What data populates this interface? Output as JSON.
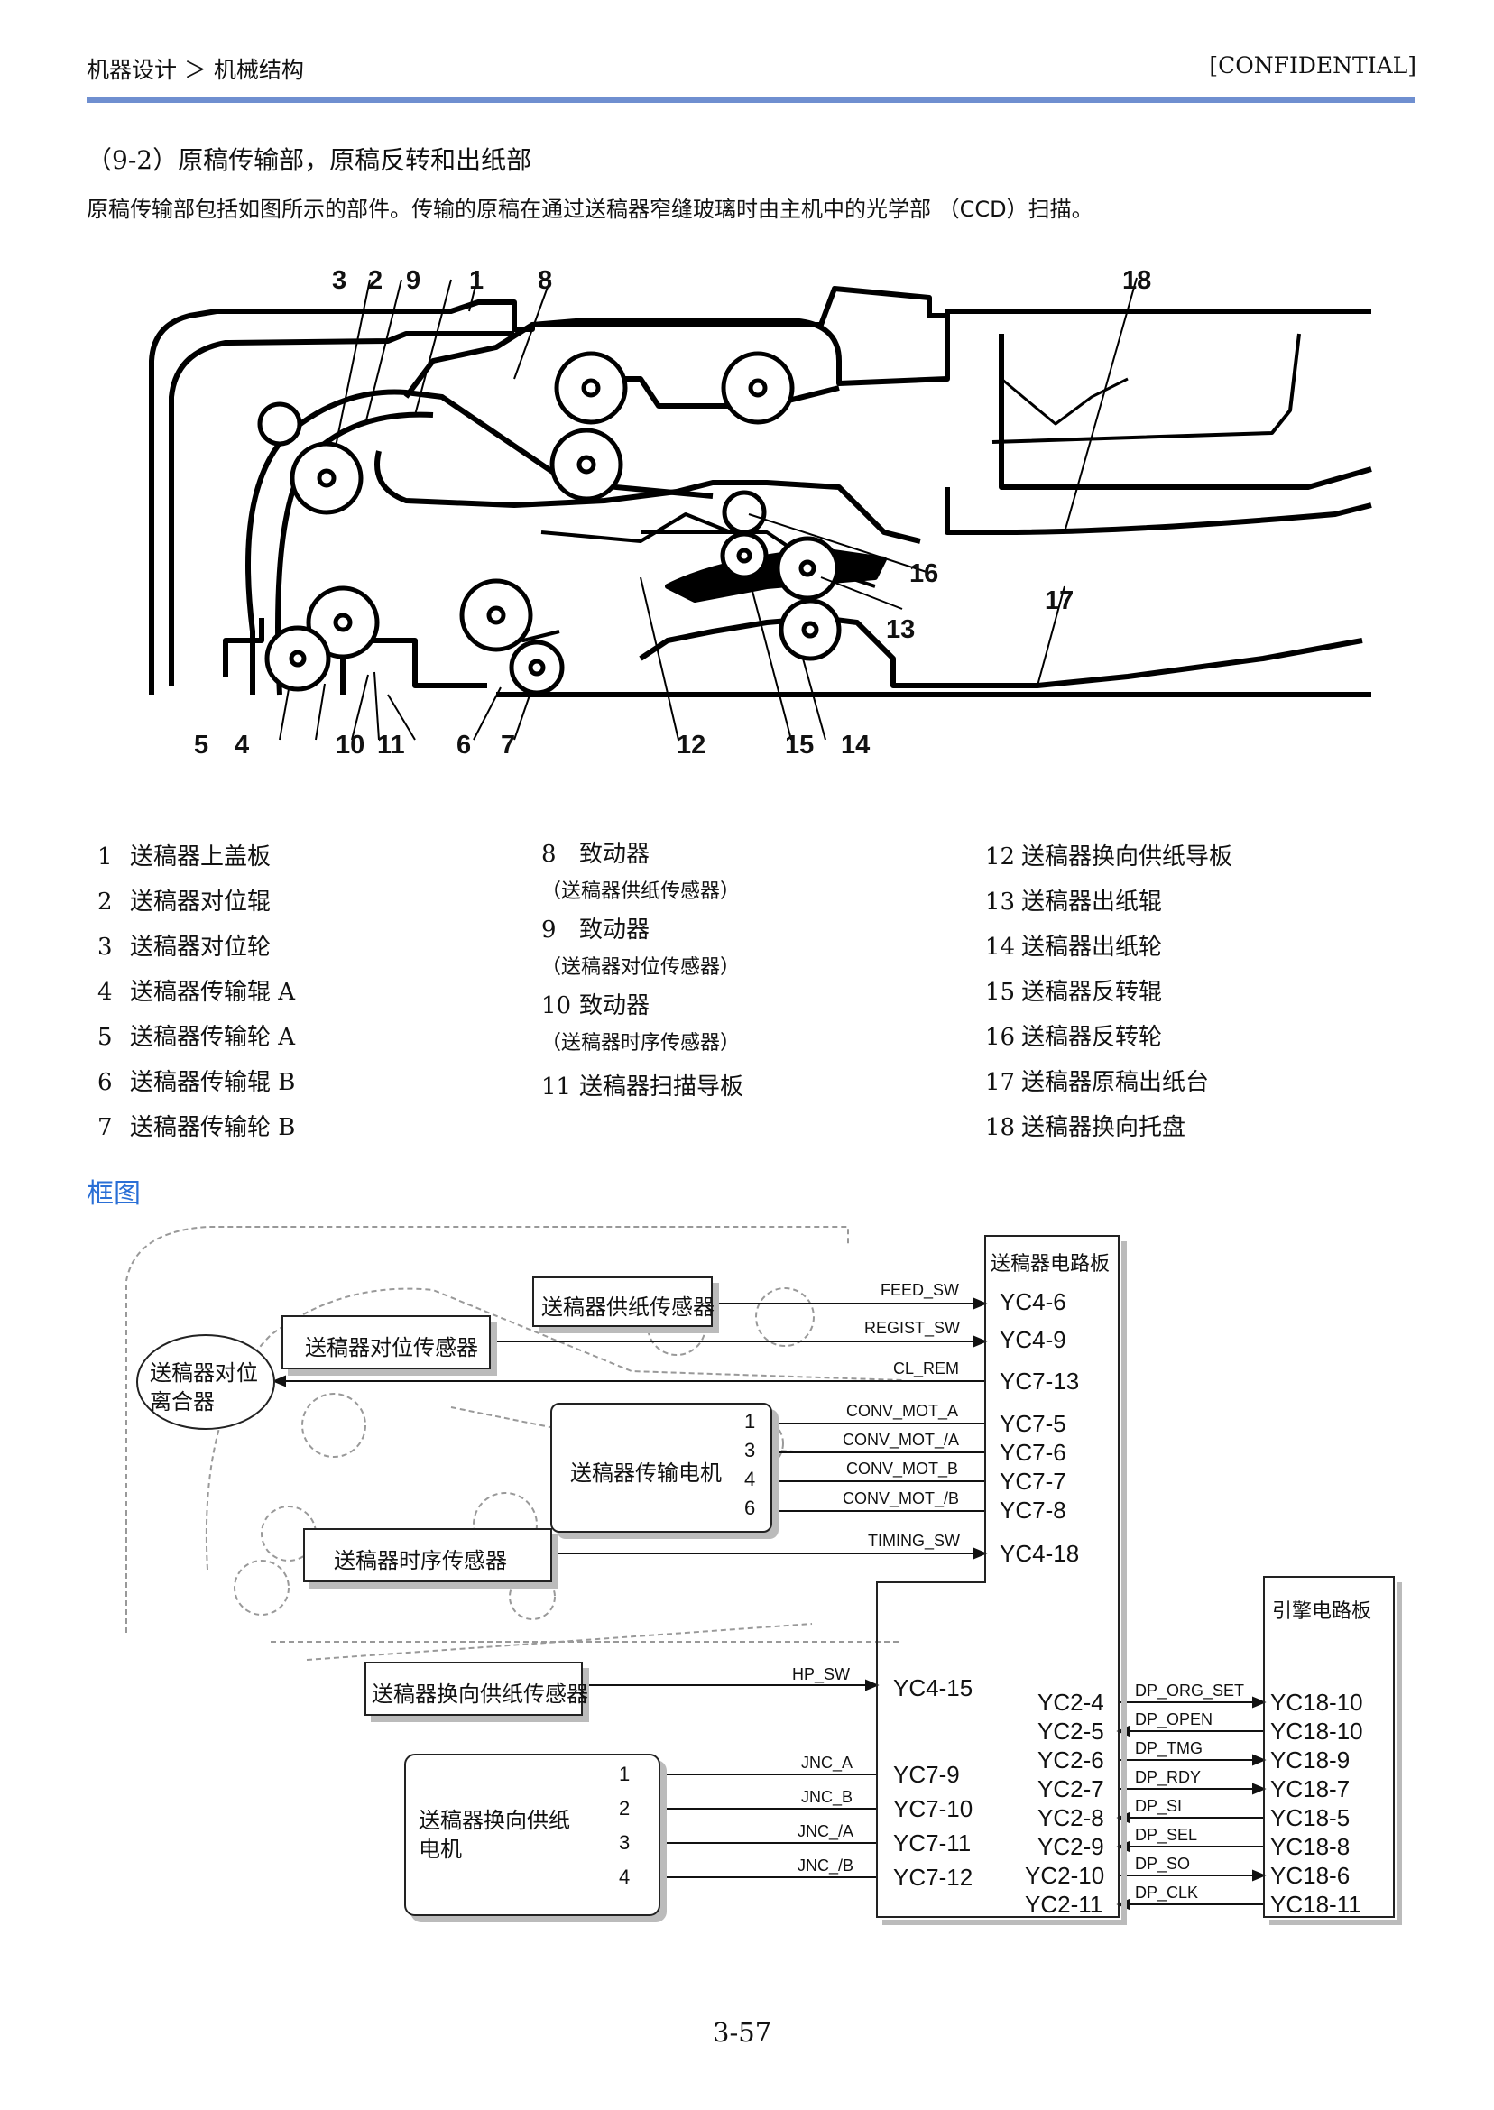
{
  "header": {
    "breadcrumb": "机器设计 ＞ 机械结构",
    "confidential": "[CONFIDENTIAL]"
  },
  "section_title": "（9-2）原稿传输部，原稿反转和出纸部",
  "intro_text": "原稿传输部包括如图所示的部件。传输的原稿在通过送稿器窄缝玻璃时由主机中的光学部 （CCD）扫描。",
  "callouts": [
    "3",
    "2",
    "9",
    "1",
    "8",
    "18",
    "16",
    "13",
    "17",
    "5",
    "4",
    "10",
    "11",
    "6",
    "7",
    "12",
    "15",
    "14"
  ],
  "parts": {
    "col1": [
      {
        "num": "1",
        "name": "送稿器上盖板"
      },
      {
        "num": "2",
        "name": "送稿器对位辊"
      },
      {
        "num": "3",
        "name": "送稿器对位轮"
      },
      {
        "num": "4",
        "name": "送稿器传输辊 A"
      },
      {
        "num": "5",
        "name": "送稿器传输轮 A"
      },
      {
        "num": "6",
        "name": "送稿器传输辊 B"
      },
      {
        "num": "7",
        "name": "送稿器传输轮 B"
      }
    ],
    "col2": [
      {
        "num": "8",
        "name": "致动器",
        "sub": "（送稿器供纸传感器）"
      },
      {
        "num": "9",
        "name": "致动器",
        "sub": "（送稿器对位传感器）"
      },
      {
        "num": "10",
        "name": "致动器",
        "sub": "（送稿器时序传感器）"
      },
      {
        "num": "11",
        "name": "送稿器扫描导板"
      }
    ],
    "col3": [
      {
        "num": "12",
        "name": "送稿器换向供纸导板"
      },
      {
        "num": "13",
        "name": "送稿器出纸辊"
      },
      {
        "num": "14",
        "name": "送稿器出纸轮"
      },
      {
        "num": "15",
        "name": "送稿器反转辊"
      },
      {
        "num": "16",
        "name": "送稿器反转轮"
      },
      {
        "num": "17",
        "name": "送稿器原稿出纸台"
      },
      {
        "num": "18",
        "name": "送稿器换向托盘"
      }
    ]
  },
  "block_title": "框图",
  "block_diagram": {
    "boards": {
      "dp_board": "送稿器电路板",
      "engine_board": "引擎电路板"
    },
    "components": {
      "feed_sensor": "送稿器供纸传感器",
      "regist_sensor": "送稿器对位传感器",
      "clutch": [
        "送稿器对位",
        "离合器"
      ],
      "conv_motor": "送稿器传输电机",
      "timing_sensor": "送稿器时序传感器",
      "jnc_sensor": "送稿器换向供纸传感器",
      "jnc_motor": [
        "送稿器换向供纸",
        "电机"
      ]
    },
    "signals_top": [
      {
        "signal": "FEED_SW",
        "pin": "YC4-6"
      },
      {
        "signal": "REGIST_SW",
        "pin": "YC4-9"
      },
      {
        "signal": "CL_REM",
        "pin": "YC7-13"
      },
      {
        "signal": "CONV_MOT_A",
        "pin": "YC7-5",
        "motor_pin": "1"
      },
      {
        "signal": "CONV_MOT_/A",
        "pin": "YC7-6",
        "motor_pin": "3"
      },
      {
        "signal": "CONV_MOT_B",
        "pin": "YC7-7",
        "motor_pin": "4"
      },
      {
        "signal": "CONV_MOT_/B",
        "pin": "YC7-8",
        "motor_pin": "6"
      },
      {
        "signal": "TIMING_SW",
        "pin": "YC4-18"
      }
    ],
    "hp": {
      "signal": "HP_SW",
      "pin": "YC4-15"
    },
    "jnc": [
      {
        "signal": "JNC_A",
        "pin": "YC7-9",
        "motor_pin": "1"
      },
      {
        "signal": "JNC_B",
        "pin": "YC7-10",
        "motor_pin": "2"
      },
      {
        "signal": "JNC_/A",
        "pin": "YC7-11",
        "motor_pin": "3"
      },
      {
        "signal": "JNC_/B",
        "pin": "YC7-12",
        "motor_pin": "4"
      }
    ],
    "engine_link": [
      {
        "dp_pin": "YC2-4",
        "signal": "DP_ORG_SET",
        "eng_pin": "YC18-10"
      },
      {
        "dp_pin": "YC2-5",
        "signal": "DP_OPEN",
        "eng_pin": "YC18-10"
      },
      {
        "dp_pin": "YC2-6",
        "signal": "DP_TMG",
        "eng_pin": "YC18-9"
      },
      {
        "dp_pin": "YC2-7",
        "signal": "DP_RDY",
        "eng_pin": "YC18-7"
      },
      {
        "dp_pin": "YC2-8",
        "signal": "DP_SI",
        "eng_pin": "YC18-5"
      },
      {
        "dp_pin": "YC2-9",
        "signal": "DP_SEL",
        "eng_pin": "YC18-8"
      },
      {
        "dp_pin": "YC2-10",
        "signal": "DP_SO",
        "eng_pin": "YC18-6"
      },
      {
        "dp_pin": "YC2-11",
        "signal": "DP_CLK",
        "eng_pin": "YC18-11"
      }
    ]
  },
  "page_number": "3-57"
}
